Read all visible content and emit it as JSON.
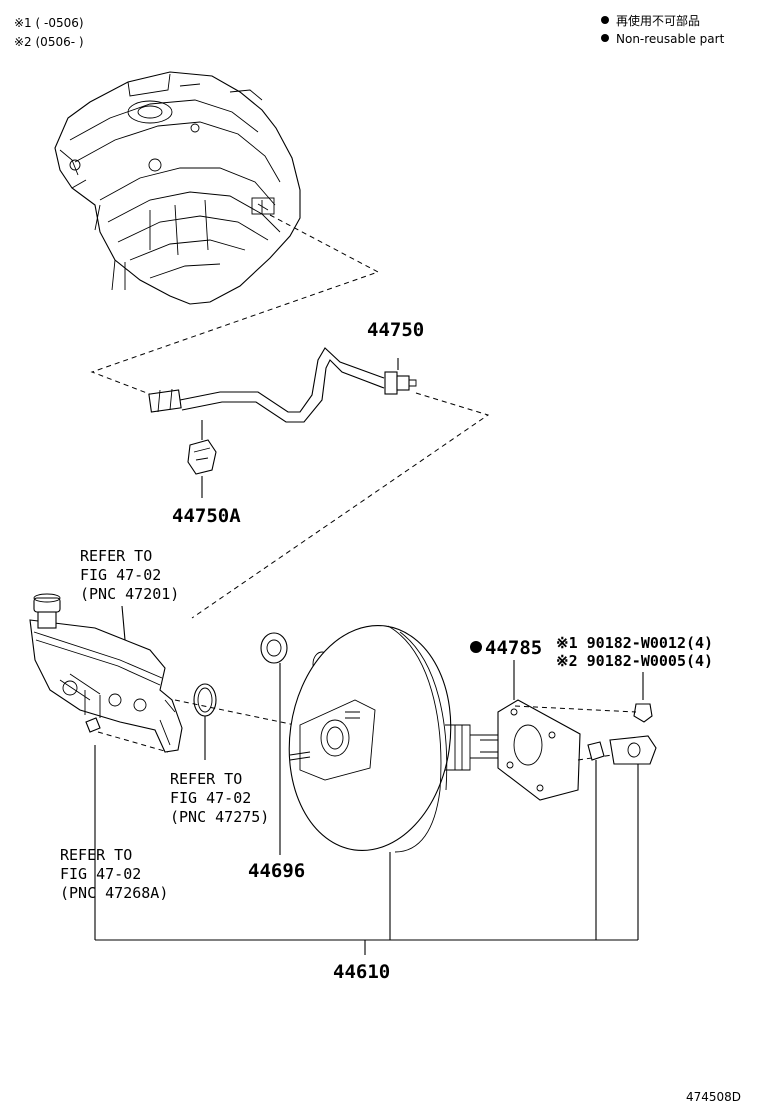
{
  "header": {
    "note1": "※1 (     -0506)",
    "note2": "※2 (0506-     )",
    "legend_jp": "再使用不可部品",
    "legend_en": "Non-reusable part"
  },
  "parts": {
    "p44750": "44750",
    "p44750A": "44750A",
    "p44785": "44785",
    "bolt1": "※1 90182-W0012(4)",
    "bolt2": "※2 90182-W0005(4)",
    "p44696": "44696",
    "p44610": "44610"
  },
  "refs": {
    "r1": [
      "REFER TO",
      "FIG 47-02",
      "(PNC 47201)"
    ],
    "r2": [
      "REFER TO",
      "FIG 47-02",
      "(PNC 47275)"
    ],
    "r3": [
      "REFER TO",
      "FIG 47-02",
      "(PNC 47268A)"
    ]
  },
  "figure_id": "474508D"
}
